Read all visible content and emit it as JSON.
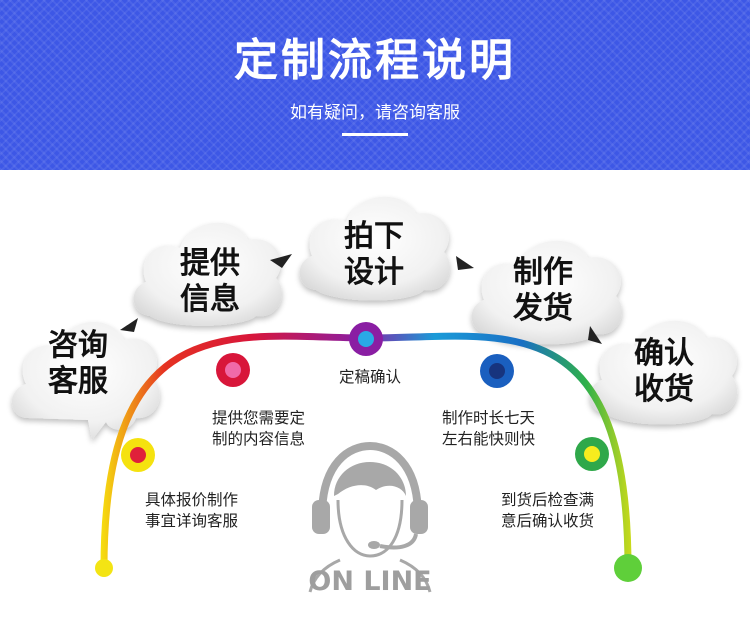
{
  "header": {
    "title": "定制流程说明",
    "subtitle": "如有疑问，请咨询客服"
  },
  "steps": [
    {
      "line1": "咨询",
      "line2": "客服"
    },
    {
      "line1": "提供",
      "line2": "信息"
    },
    {
      "line1": "拍下",
      "line2": "设计"
    },
    {
      "line1": "制作",
      "line2": "发货"
    },
    {
      "line1": "确认",
      "line2": "收货"
    }
  ],
  "descriptions": [
    {
      "line1": "具体报价制作",
      "line2": "事宜详询客服"
    },
    {
      "line1": "提供您需要定",
      "line2": "制的内容信息"
    },
    {
      "line1": "定稿确认",
      "line2": ""
    },
    {
      "line1": "制作时长七天",
      "line2": "左右能快则快"
    },
    {
      "line1": "到货后检查满",
      "line2": "意后确认收货"
    }
  ],
  "center": {
    "label": "ON LINE",
    "icon": "customer-service-headset-icon"
  },
  "colors": {
    "header_bg": "#3d57e6",
    "node_yellow": "#f5e20f",
    "node_red": "#d8163a",
    "node_purple": "#8a1ea3",
    "node_blue": "#1a6fc4",
    "node_green": "#2fa84a"
  }
}
